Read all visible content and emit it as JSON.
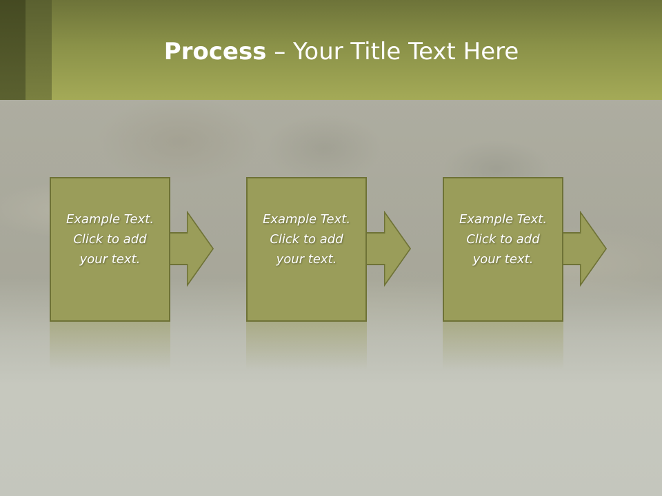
{
  "slide": {
    "title_bold": "Process",
    "title_rest": " – Your Title Text Here",
    "steps": [
      {
        "line1": "Example Text.",
        "line2": "Click  to add",
        "line3": "your text."
      },
      {
        "line1": "Example Text.",
        "line2": "Click  to add",
        "line3": "your text."
      },
      {
        "line1": "Example Text.",
        "line2": "Click  to add",
        "line3": "your text."
      }
    ]
  },
  "colors": {
    "header": "#a4aa57",
    "box_fill": "#9a9d5a",
    "box_border": "#6e7236",
    "background": "#c9cbc3"
  }
}
